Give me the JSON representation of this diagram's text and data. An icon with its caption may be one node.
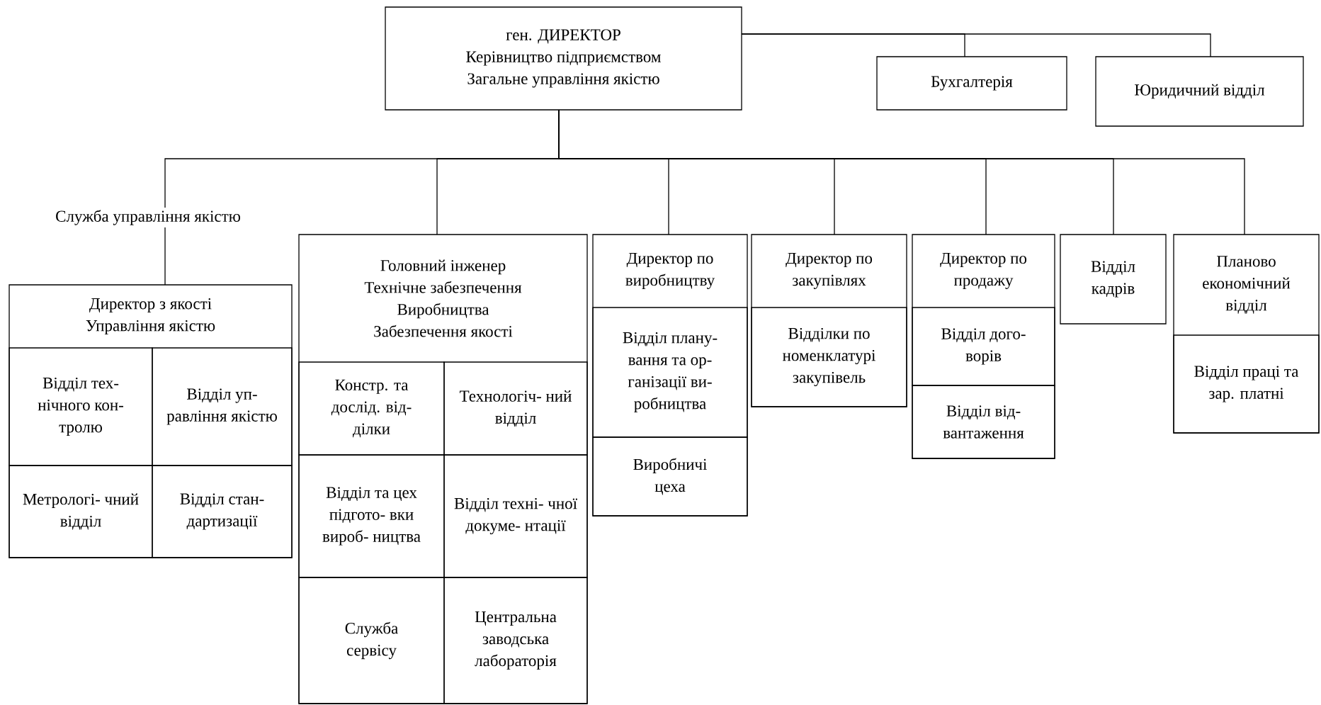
{
  "diagram": {
    "nodes": [
      {
        "text": [
          "ген. ДИРЕКТОР",
          "Керівництво підприємством",
          "Загальне управління якістю"
        ]
      },
      {
        "text": [
          "Бухгалтерія"
        ]
      },
      {
        "text": [
          "Юридичний відділ"
        ]
      },
      {
        "text": [
          "Служба управління якістю"
        ]
      },
      {
        "text": [
          "Директор з якості",
          "Управління якістю"
        ]
      },
      {
        "text": [
          "Відділ тех- нічного кон- тролю"
        ],
        "in": 4
      },
      {
        "text": [
          "Відділ уп- равління якістю"
        ],
        "in": 4
      },
      {
        "text": [
          "Метрологі- чний відділ"
        ],
        "in": 4
      },
      {
        "text": [
          "Відділ стан- дартизації"
        ],
        "in": 4
      },
      {
        "text": [
          "Головний інженер",
          "Технічне забезпечення Виробництва",
          "Забезпечення якості"
        ]
      },
      {
        "text": [
          "Констр. та дослід. від- ділки"
        ],
        "in": 9
      },
      {
        "text": [
          "Технологіч- ний відділ"
        ],
        "in": 9
      },
      {
        "text": [
          "Відділ та цех підгото- вки вироб- ництва"
        ],
        "in": 9
      },
      {
        "text": [
          "Відділ техні- чної докуме- нтації"
        ],
        "in": 9
      },
      {
        "text": [
          "Служба сервісу"
        ],
        "in": 9
      },
      {
        "text": [
          "Центральна заводська лабораторія"
        ],
        "in": 9
      },
      {
        "text": [
          "Директор по виробництву"
        ]
      },
      {
        "text": [
          "Відділ плану- вання та ор- ганізації ви- робництва"
        ],
        "in": 16
      },
      {
        "text": [
          "Виробничі цеха"
        ],
        "in": 16
      },
      {
        "text": [
          "Директор по закупівлях"
        ]
      },
      {
        "text": [
          "Відділки по номенклатурі закупівель"
        ],
        "in": 19
      },
      {
        "text": [
          "Директор по продажу"
        ]
      },
      {
        "text": [
          "Відділ дого- ворів"
        ],
        "in": 21
      },
      {
        "text": [
          "Відділ від- вантаження"
        ],
        "in": 21
      },
      {
        "text": [
          "Відділ кадрів"
        ]
      },
      {
        "text": [
          "Планово економічний відділ"
        ]
      },
      {
        "text": [
          "Відділ праці та зар. платні"
        ],
        "in": 25
      }
    ],
    "edges": [
      {
        "from": 0,
        "to": 1,
        "arrow": "none"
      },
      {
        "from": 0,
        "to": 2,
        "arrow": "none"
      },
      {
        "from": 0,
        "to": 3,
        "arrow": "none"
      },
      {
        "from": 3,
        "to": 4,
        "arrow": "none"
      },
      {
        "from": 0,
        "to": 9,
        "arrow": "none"
      },
      {
        "from": 0,
        "to": 16,
        "arrow": "none"
      },
      {
        "from": 0,
        "to": 19,
        "arrow": "none"
      },
      {
        "from": 0,
        "to": 21,
        "arrow": "none"
      },
      {
        "from": 0,
        "to": 24,
        "arrow": "none"
      },
      {
        "from": 0,
        "to": 25,
        "arrow": "none"
      }
    ]
  }
}
